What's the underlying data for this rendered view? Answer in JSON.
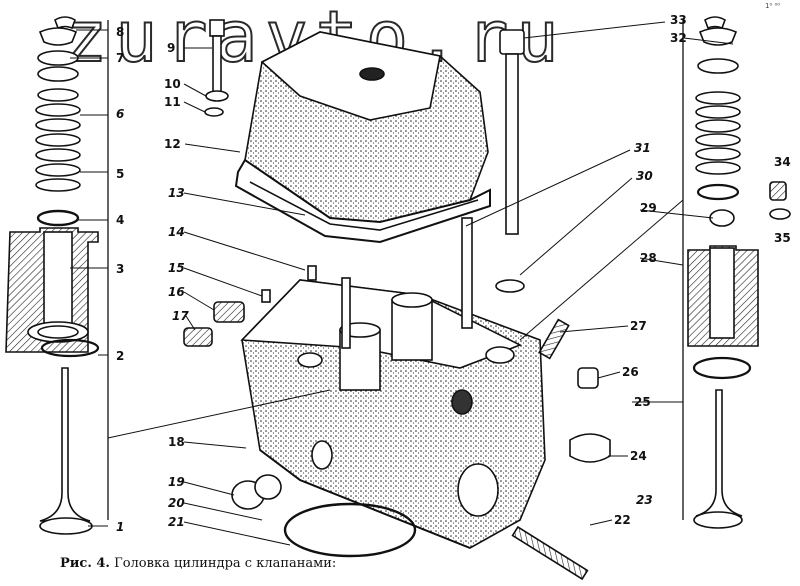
{
  "watermark": "zuravto.ru",
  "corner_mark": "1⁰ ⁰⁰",
  "caption": {
    "figure_label": "Рис. 4.",
    "title": "Головка цилиндра с клапанами:"
  },
  "callouts": [
    "1",
    "2",
    "3",
    "4",
    "5",
    "6",
    "7",
    "8",
    "9",
    "10",
    "11",
    "12",
    "13",
    "14",
    "15",
    "16",
    "17",
    "18",
    "19",
    "20",
    "21",
    "22",
    "23",
    "24",
    "25",
    "26",
    "27",
    "28",
    "29",
    "30",
    "31",
    "32",
    "33",
    "34",
    "35"
  ],
  "colors": {
    "ink": "#111111",
    "paper": "#ffffff"
  }
}
